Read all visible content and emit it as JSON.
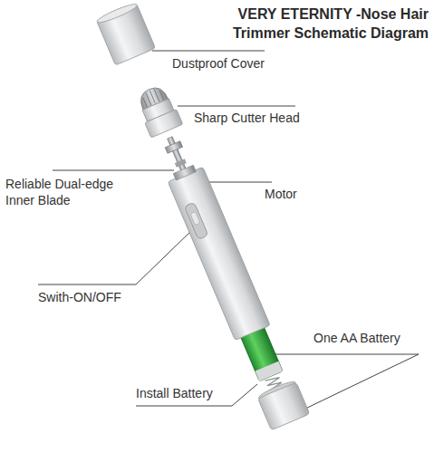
{
  "diagram": {
    "title": "VERY ETERNITY -Nose Hair Trimmer Schematic Diagram",
    "labels": [
      "Dustproof Cover",
      "Sharp Cutter Head",
      "Reliable Dual-edge Inner Blade",
      "Motor",
      "Swith-ON/OFF",
      "One AA Battery",
      "Install Battery"
    ]
  }
}
